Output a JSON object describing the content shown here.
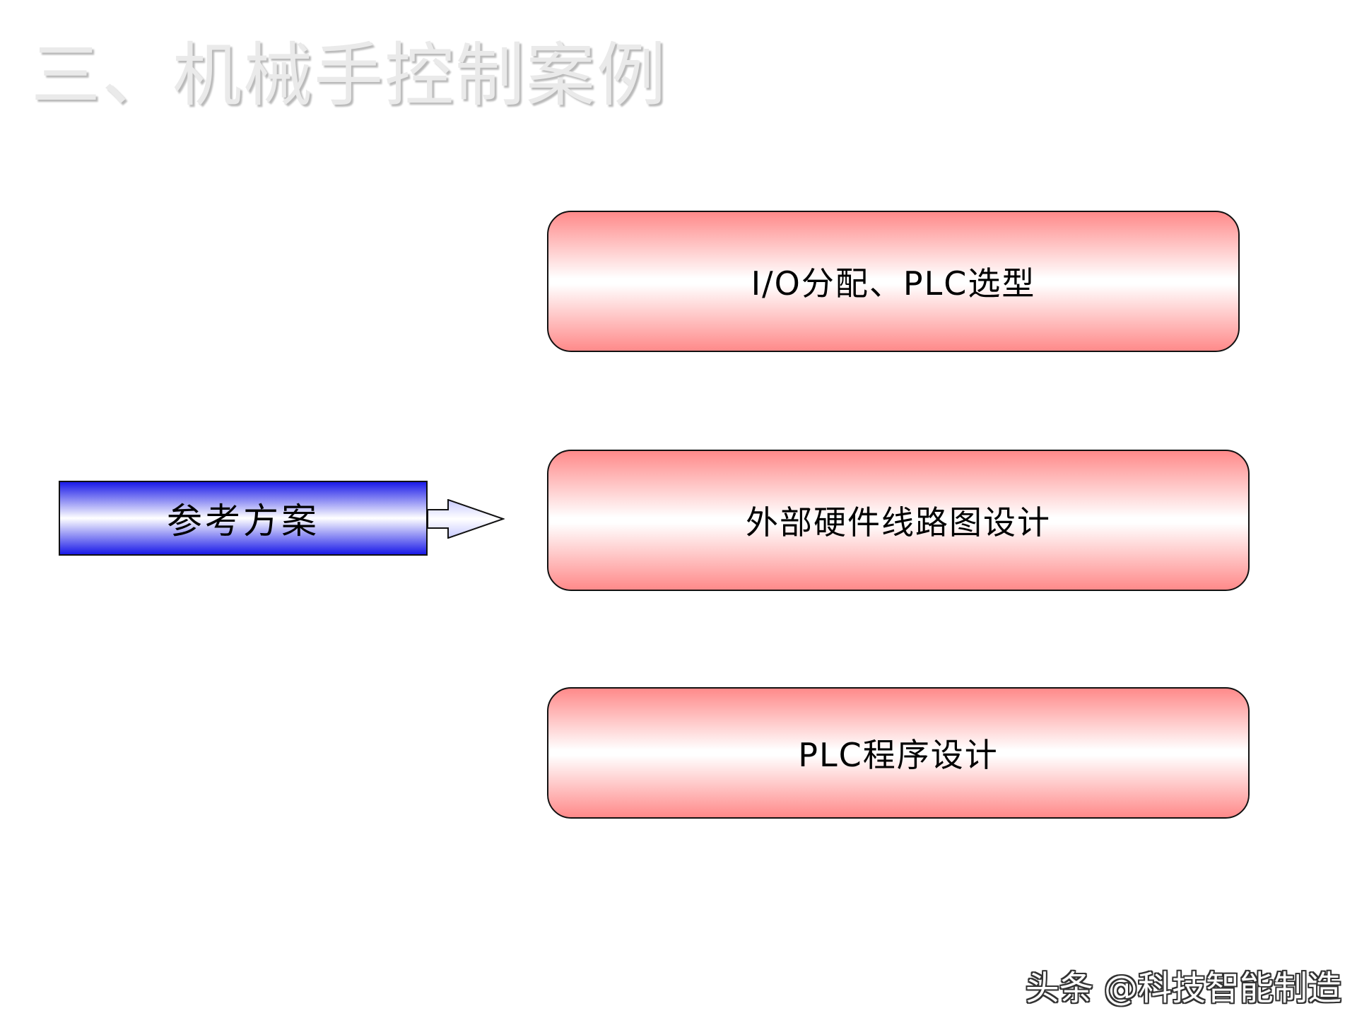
{
  "slide": {
    "title": "三、机械手控制案例"
  },
  "diagram": {
    "source_label": "参考方案",
    "steps": [
      {
        "label": "I/O分配、PLC选型"
      },
      {
        "label": "外部硬件线路图设计"
      },
      {
        "label": "PLC程序设计"
      }
    ],
    "arrow_icon": "right-arrow-icon"
  },
  "watermark": {
    "text": "头条 @科技智能制造"
  },
  "colors": {
    "source_gradient": "#1a1ae8",
    "step_gradient": "#ff8a8a",
    "arrow_fill": "#e4e6ff",
    "title_color": "#eaeaea"
  }
}
